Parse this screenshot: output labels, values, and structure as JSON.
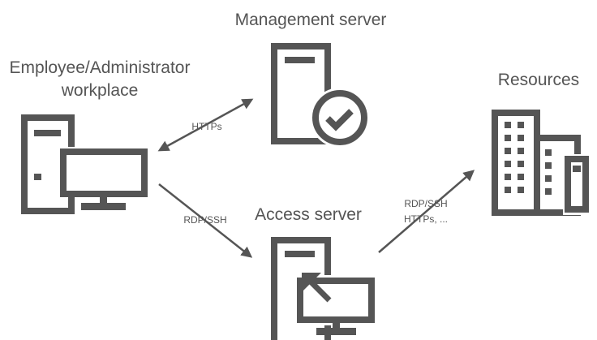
{
  "nodes": {
    "workplace": {
      "title_line1": "Employee/Administrator",
      "title_line2": "workplace",
      "icon": "workstation-icon"
    },
    "management": {
      "title": "Management server",
      "icon": "server-check-icon"
    },
    "access": {
      "title": "Access server",
      "icon": "server-remote-access-icon"
    },
    "resources": {
      "title": "Resources",
      "icon": "buildings-icon"
    }
  },
  "edges": {
    "workplace_management": {
      "label": "HTTPs"
    },
    "workplace_access": {
      "label": "RDP/SSH"
    },
    "access_resources": {
      "label_line1": "RDP/SSH",
      "label_line2": "HTTPs, ..."
    }
  },
  "colors": {
    "stroke": "#555555",
    "background": "#ffffff"
  }
}
